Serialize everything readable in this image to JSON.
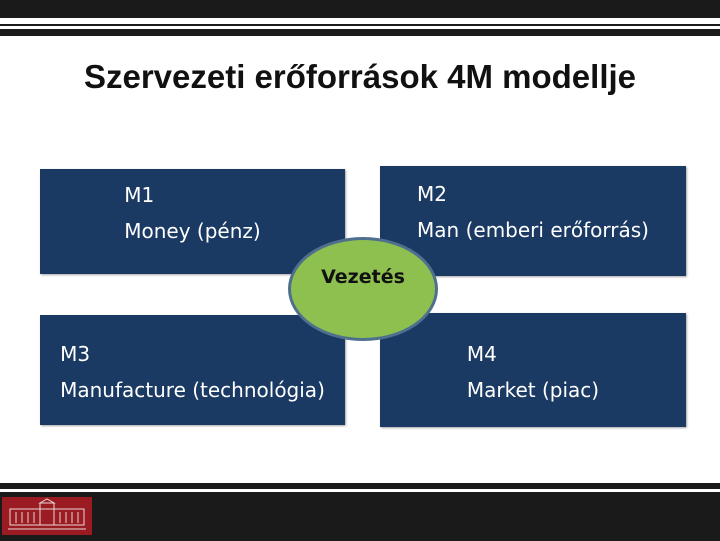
{
  "slide": {
    "title": "Szervezeti erőforrások 4M modellje"
  },
  "boxes": [
    {
      "code": "M1",
      "label": "Money (pénz)"
    },
    {
      "code": "M2",
      "label": "Man (emberi erőforrás)"
    },
    {
      "code": "M3",
      "label": "Manufacture (technológia)"
    },
    {
      "code": "M4",
      "label": "Market (piac)"
    }
  ],
  "center": {
    "label": "Vezetés"
  },
  "colors": {
    "box_fill": "#1b3a63",
    "center_fill": "#8dc04f",
    "center_border": "#4f6f8f",
    "bars": "#1a1a1a",
    "logo": "#9b1b22"
  }
}
